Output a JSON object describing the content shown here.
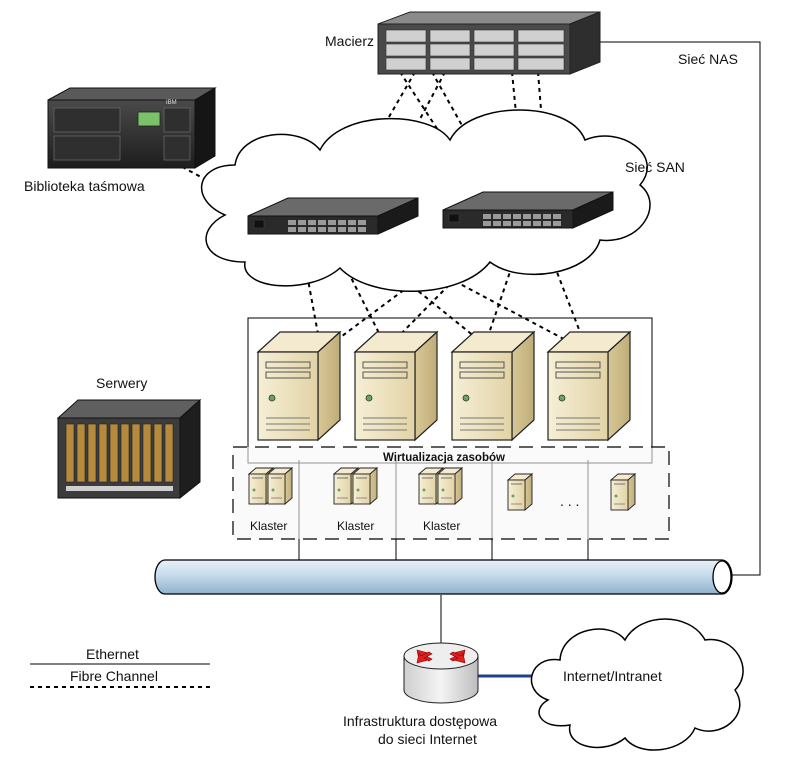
{
  "labels": {
    "array": "Macierz",
    "nas_network": "Sieć NAS",
    "tape_library": "Biblioteka taśmowa",
    "san_network": "Sieć SAN",
    "servers": "Serwery",
    "virtualization": "Wirtualizacja zasobów",
    "cluster": "Klaster",
    "ellipsis": ". . .",
    "internet": "Internet/Intranet",
    "access_infra_line1": "Infrastruktura dostępowa",
    "access_infra_line2": "do sieci Internet"
  },
  "legend": {
    "ethernet": "Ethernet",
    "fibre_channel": "Fibre Channel"
  },
  "device_text": {
    "tape_brand": "IBM"
  },
  "colors": {
    "cloud_stroke": "#000000",
    "pipe_fill": "#c9dcea",
    "pipe_dark": "#8fb1cc",
    "server_body": "#efe4c3",
    "server_dark": "#cdbd91",
    "router_body": "#e6e6e6",
    "router_arrows": "#e02020",
    "internet_link": "#1f3f8f"
  }
}
